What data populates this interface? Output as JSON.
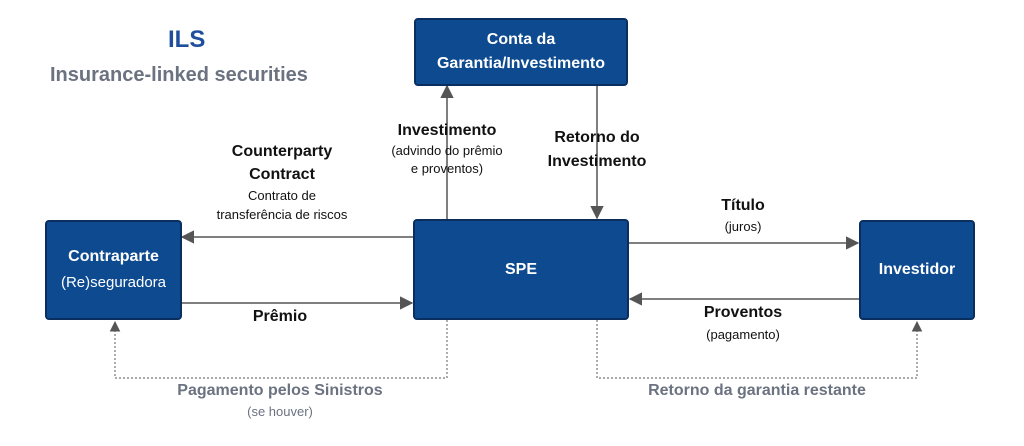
{
  "header": {
    "title": "ILS",
    "subtitle": "Insurance-linked securities"
  },
  "nodes": {
    "conta": {
      "line1": "Conta da",
      "line2": "Garantia/Investimento"
    },
    "contraparte": {
      "line1": "Contraparte",
      "line2": "(Re)seguradora"
    },
    "spe": {
      "label": "SPE"
    },
    "investidor": {
      "label": "Investidor"
    }
  },
  "edges": {
    "investimento": {
      "title": "Investimento",
      "detail_1": "(advindo do prêmio",
      "detail_2": "e proventos)"
    },
    "retorno_investimento": {
      "line1": "Retorno do",
      "line2": "Investimento"
    },
    "counterparty": {
      "line1": "Counterparty",
      "line2": "Contract",
      "detail_1": "Contrato de",
      "detail_2": "transferência de riscos"
    },
    "premio": {
      "label": "Prêmio"
    },
    "titulo": {
      "title": "Título",
      "detail": "(juros)"
    },
    "proventos": {
      "title": "Proventos",
      "detail": "(pagamento)"
    },
    "pagamento_sinistros": {
      "title": "Pagamento pelos Sinistros",
      "detail": "(se houver)"
    },
    "retorno_garantia": {
      "title": "Retorno da garantia restante"
    }
  },
  "colors": {
    "box_fill": "#0e4a90",
    "box_border": "#0a2f5e",
    "title_blue": "#1f4e9c",
    "muted_grey": "#6b7280",
    "arrow": "#555555"
  }
}
